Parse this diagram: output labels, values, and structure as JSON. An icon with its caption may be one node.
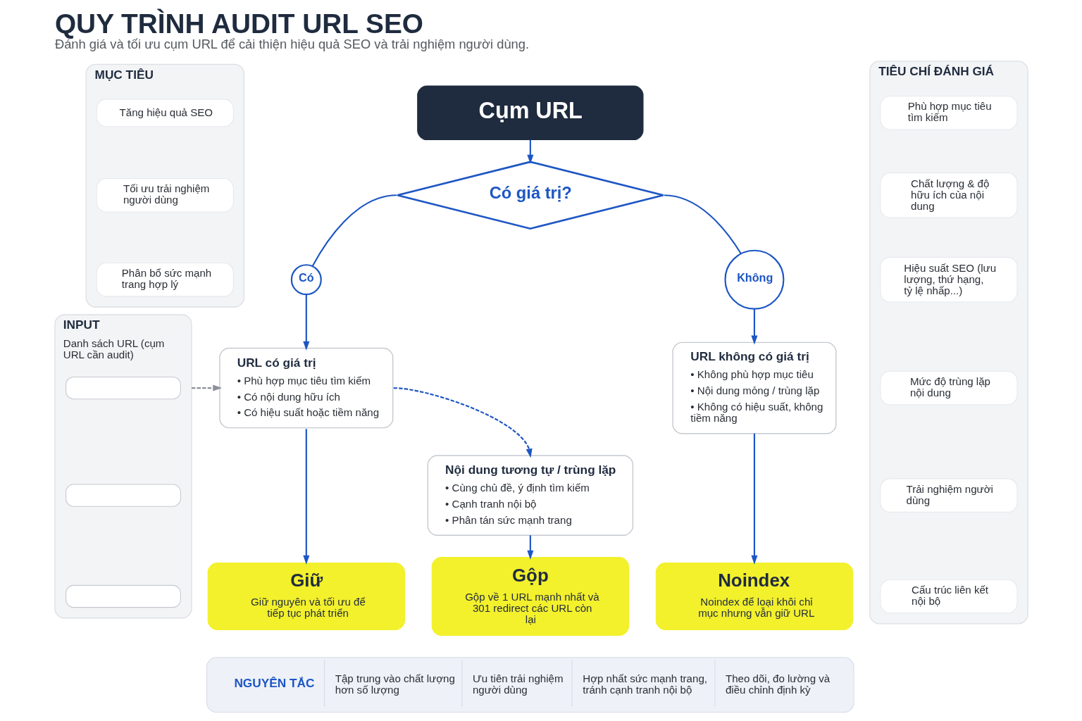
{
  "diagram": {
    "title": "QUY TRÌNH AUDIT URL SEO",
    "caption": "Đánh giá và tối ưu cụm URL để cải thiện hiệu quả SEO và trải nghiệm người dùng.",
    "nodes": [
      {
        "text": [
          "MỤC TIÊU"
        ]
      },
      {
        "text": [
          "Tăng hiệu quả SEO"
        ],
        "in": 0
      },
      {
        "text": [
          "Tối ưu trải nghiệm người dùng"
        ],
        "in": 0
      },
      {
        "text": [
          "Phân bổ sức mạnh trang hợp lý"
        ],
        "in": 0
      },
      {
        "text": [
          "Cụm URL"
        ]
      },
      {
        "text": [
          "Có giá trị?"
        ]
      },
      {
        "text": [
          "Có"
        ]
      },
      {
        "text": [
          "Không"
        ]
      },
      {
        "text": [
          "TIÊU CHÍ ĐÁNH GIÁ"
        ]
      },
      {
        "text": [
          "Phù hợp mục tiêu tìm kiếm"
        ],
        "in": 8
      },
      {
        "text": [
          "Chất lượng & độ hữu ích của nội dung"
        ],
        "in": 8
      },
      {
        "text": [
          "Hiệu suất SEO (lưu lượng, thứ hạng, tỷ lệ nhấp...)"
        ],
        "in": 8
      },
      {
        "text": [
          "Mức độ trùng lặp nội dung"
        ],
        "in": 8
      },
      {
        "text": [
          "Trải nghiệm người dùng"
        ],
        "in": 8
      },
      {
        "text": [
          "Cấu trúc liên kết nội bộ"
        ],
        "in": 8
      },
      {
        "text": [
          "INPUT",
          "Danh sách URL (cụm URL cần audit)"
        ]
      },
      {
        "text": [],
        "shape": "box",
        "in": 15
      },
      {
        "text": [],
        "shape": "box",
        "in": 15
      },
      {
        "text": [],
        "shape": "box",
        "in": 15
      },
      {
        "text": [
          "URL có giá trị",
          "• Phù hợp mục tiêu tìm kiếm",
          "• Có nội dung hữu ích",
          "• Có hiệu suất hoặc tiềm năng"
        ]
      },
      {
        "text": [
          "URL không có giá trị",
          "• Không phù hợp mục tiêu",
          "• Nội dung mỏng / trùng lặp",
          "• Không có hiệu suất, không tiềm năng"
        ]
      },
      {
        "text": [
          "Nội dung tương tự / trùng lặp",
          "• Cùng chủ đề, ý định tìm kiếm",
          "• Cạnh tranh nội bộ",
          "• Phân tán sức mạnh trang"
        ]
      },
      {
        "text": [
          "Giữ",
          "Giữ nguyên và tối ưu để tiếp tục phát triển"
        ]
      },
      {
        "text": [
          "Gộp",
          "Gộp về 1 URL mạnh nhất và 301 redirect các URL còn lại"
        ]
      },
      {
        "text": [
          "Noindex",
          "Noindex để loại khôi chỉ mục nhưng vẫn giữ URL"
        ]
      },
      {
        "text": [
          "NGUYÊN TẮC",
          "Tập trung vào chất lượng hơn số lượng",
          "Ưu tiên trải nghiệm người dùng",
          "Hợp nhất sức mạnh trang, tránh cạnh tranh nội bộ",
          "Theo dõi, đo lường và điều chỉnh định kỳ"
        ]
      }
    ],
    "edges": [
      {
        "from": 4,
        "to": 5,
        "arrow": "to"
      },
      {
        "from": 5,
        "to": 6,
        "arrow": "none"
      },
      {
        "from": 6,
        "to": 19,
        "arrow": "to"
      },
      {
        "from": 5,
        "to": 7,
        "arrow": "none"
      },
      {
        "from": 7,
        "to": 20,
        "arrow": "to"
      },
      {
        "from": 15,
        "to": 19,
        "arrow": "to",
        "style": "dashed",
        "color": "#8c9098"
      },
      {
        "from": 19,
        "to": 22,
        "arrow": "to"
      },
      {
        "from": 19,
        "to": 21,
        "arrow": "to",
        "style": "dashed"
      },
      {
        "from": 21,
        "to": 23,
        "arrow": "to"
      },
      {
        "from": 20,
        "to": 24,
        "arrow": "to"
      }
    ]
  }
}
